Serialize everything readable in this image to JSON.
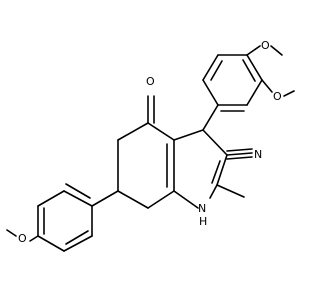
{
  "atoms": {
    "o_ketone": "O",
    "n_nitrile": "N",
    "nh_n": "N",
    "nh_h": "H",
    "o_methoxy_top": "O",
    "o_methoxy_mid": "O",
    "o_methoxy_bottom": "O"
  },
  "colors": {
    "bond": "#000000",
    "label": "#000000",
    "background": "#ffffff"
  }
}
